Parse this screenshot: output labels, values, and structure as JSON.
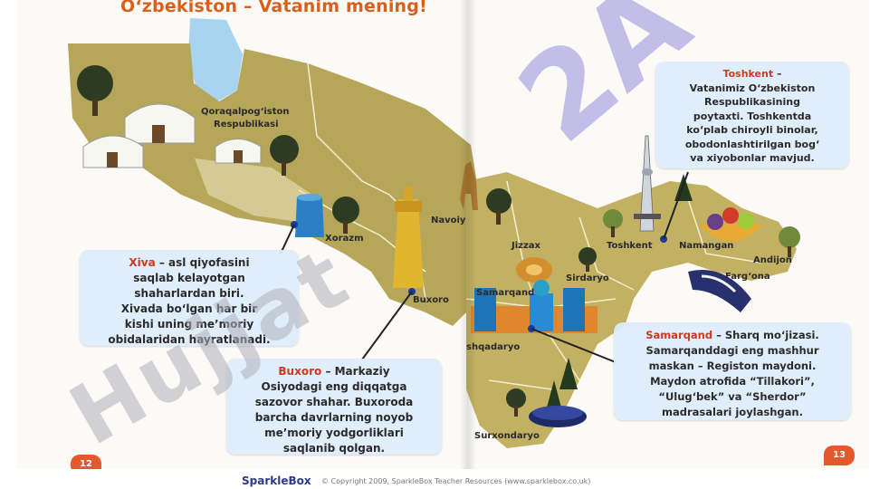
{
  "title": "O‘zbekiston – Vatanim mening!",
  "regions": {
    "qoraqalpogiston_line1": "Qoraqalpog‘iston",
    "qoraqalpogiston_line2": "Respublikasi",
    "xorazm": "Xorazm",
    "navoiy": "Navoiy",
    "buxoro": "Buxoro",
    "jizzax": "Jizzax",
    "toshkent": "Toshkent",
    "namangan": "Namangan",
    "andijon": "Andijon",
    "fargona": "Farg‘ona",
    "sirdaryo": "Sirdaryo",
    "samarqand": "Samarqand",
    "qashqadaryo": "shqadaryo",
    "surxondaryo": "Surxondaryo"
  },
  "cards": {
    "xiva": {
      "head": "Xiva",
      "lines": [
        "– asl qiyofasini",
        "saqlab kelayotgan",
        "shaharlardan biri.",
        "Xivada bo‘lgan har bir",
        "kishi uning me’moriy",
        "obidalaridan hayratlanadi."
      ]
    },
    "buxoro": {
      "head": "Buxoro",
      "lines": [
        "– Markaziy",
        "Osiyodagi eng diqqatga",
        "sazovor shahar. Buxoroda",
        "barcha davrlarning noyob",
        "me’moriy yodgorliklari",
        "saqlanib qolgan."
      ]
    },
    "toshkent": {
      "head": "Toshkent",
      "lines": [
        "–",
        "Vatanimiz O‘zbekiston",
        "Respublikasining",
        "poytaxti. Toshkentda",
        "ko‘plab chiroyli binolar,",
        "obodonlashtirilgan bog‘",
        "va xiyobonlar mavjud."
      ]
    },
    "samarqand": {
      "head": "Samarqand",
      "lines": [
        "– Sharq mo‘jizasi.",
        "Samarqanddagi eng mashhur",
        "maskan – Registon maydoni.",
        "Maydon atrofida “Tillakori”,",
        "“Ulug‘bek” va “Sherdor”",
        "madrasalari joylashgan."
      ]
    }
  },
  "page_numbers": {
    "left": "12",
    "right": "13"
  },
  "footer": {
    "logo": "SparkleBox",
    "copyright": "© Copyright 2009, SparkleBox Teacher Resources (www.sparklebox.co.uk)"
  },
  "watermarks": {
    "big": "2A",
    "diag": "Hujjat"
  },
  "colors": {
    "title": "#d9601b",
    "card_head": "#cc3a22",
    "land": "#b8a458",
    "water": "#a9d4f0"
  },
  "icons": [
    "yurt-icon",
    "tree-icon",
    "minaret-icon",
    "tv-tower-icon",
    "fruit-basket-icon",
    "registan-icon",
    "camel-icon",
    "bread-icon",
    "pottery-icon",
    "cap-icon"
  ]
}
